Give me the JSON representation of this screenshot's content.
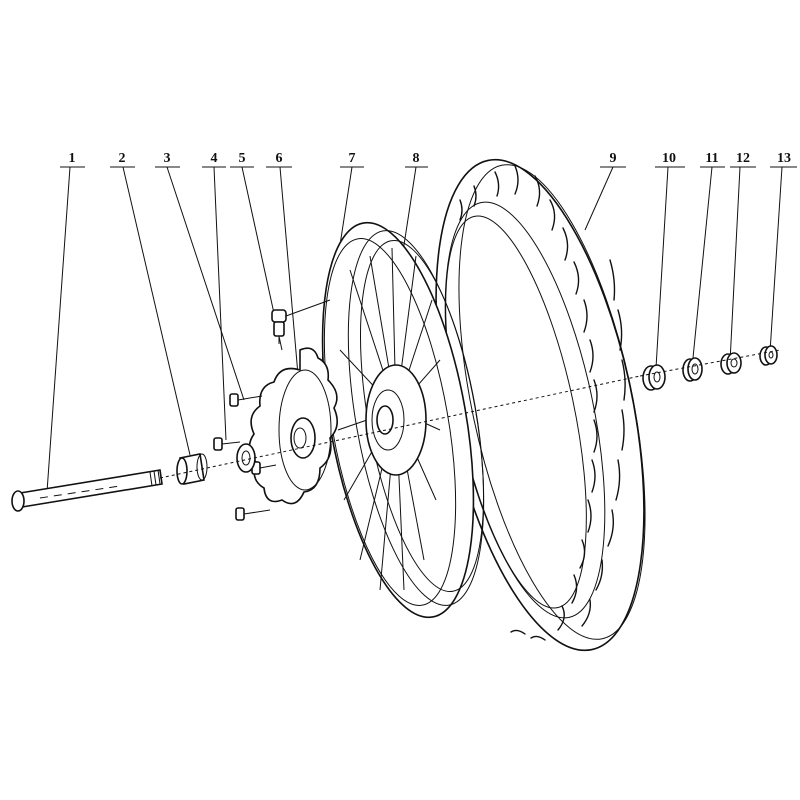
{
  "diagram": {
    "callouts": [
      "1",
      "2",
      "3",
      "4",
      "5",
      "6",
      "7",
      "8",
      "9",
      "10",
      "11",
      "12",
      "13"
    ]
  },
  "icons": {
    "axle": "axle-shaft",
    "spacer": "collar-spacer",
    "bolt": "disc-bolt",
    "bearing": "wheel-bearing",
    "valve": "tire-valve",
    "disc": "brake-disc",
    "rim": "wheel-rim",
    "tyre": "tyre",
    "oil_seal": "oil-seal"
  }
}
